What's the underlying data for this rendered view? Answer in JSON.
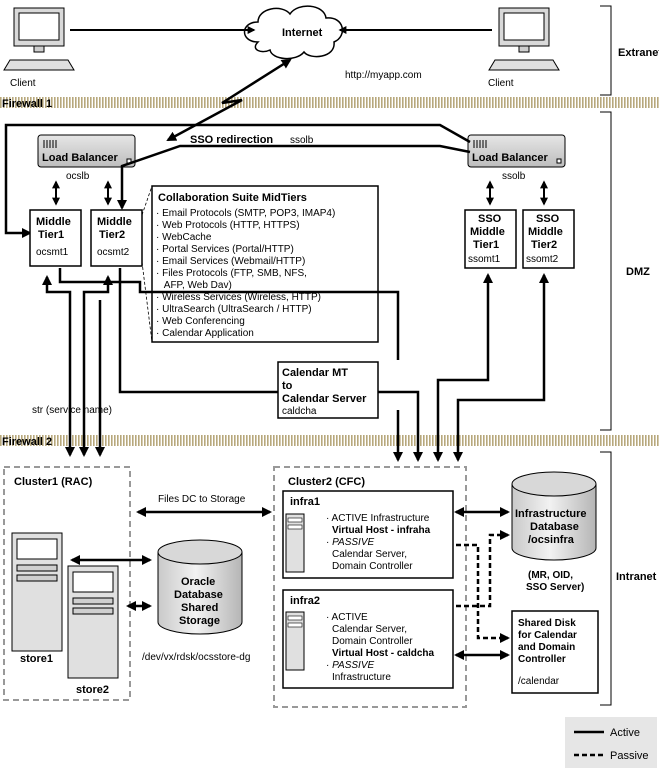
{
  "zones": {
    "extranet": "Extranet",
    "dmz": "DMZ",
    "intranet": "Intranet"
  },
  "firewalls": {
    "fw1": "Firewall 1",
    "fw2": "Firewall 2"
  },
  "internet": {
    "label": "Internet",
    "url": "http://myapp.com"
  },
  "clients": {
    "left": "Client",
    "right": "Client"
  },
  "load_balancers": {
    "left": {
      "label": "Load Balancer",
      "host": "ocslb"
    },
    "right": {
      "label": "Load Balancer",
      "host": "ssolb"
    }
  },
  "sso_redirection": {
    "label": "SSO redirection",
    "host": "ssolb"
  },
  "middle_tiers": {
    "mt1": {
      "line1": "Middle",
      "line2": "Tier1",
      "host": "ocsmt1"
    },
    "mt2": {
      "line1": "Middle",
      "line2": "Tier2",
      "host": "ocsmt2"
    },
    "sso1": {
      "line1": "SSO",
      "line2": "Middle",
      "line3": "Tier1",
      "host": "ssomt1"
    },
    "sso2": {
      "line1": "SSO",
      "line2": "Middle",
      "line3": "Tier2",
      "host": "ssomt2"
    }
  },
  "collab": {
    "title": "Collaboration Suite MidTiers",
    "items": [
      "· Email Protocols (SMTP, POP3, IMAP4)",
      "· Web Protocols (HTTP, HTTPS)",
      "· WebCache",
      "· Portal Services (Portal/HTTP)",
      "· Email Services (Webmail/HTTP)",
      "· Files Protocols (FTP, SMB, NFS,",
      "   AFP, Web Dav)",
      "· Wireless Services (Wireless, HTTP)",
      "· UltraSearch (UltraSearch / HTTP)",
      "· Web Conferencing",
      "· Calendar Application"
    ]
  },
  "calendar_mt": {
    "line1": "Calendar MT",
    "line2": "to",
    "line3": "Calendar Server",
    "host": "caldcha"
  },
  "str_label": "str (service name)",
  "files_dc": "Files DC to Storage",
  "cluster1": {
    "title": "Cluster1 (RAC)",
    "store1": "store1",
    "store2": "store2"
  },
  "oracle_storage": {
    "line1": "Oracle",
    "line2": "Database",
    "line3": "Shared",
    "line4": "Storage",
    "path": "/dev/vx/rdsk/ocsstore-dg"
  },
  "cluster2": {
    "title": "Cluster2 (CFC)",
    "infra1": {
      "name": "infra1",
      "l1": "· ACTIVE Infrastructure",
      "l2": "Virtual Host - infraha",
      "l3": "· PASSIVE",
      "l4": "Calendar Server,",
      "l5": "Domain Controller"
    },
    "infra2": {
      "name": "infra2",
      "l1": "· ACTIVE",
      "l2": "Calendar Server,",
      "l3": "Domain Controller",
      "l4": "Virtual Host - caldcha",
      "l5": "· PASSIVE",
      "l6": "Infrastructure"
    }
  },
  "infra_db": {
    "line1": "Infrastructure",
    "line2": "Database",
    "line3": "/ocsinfra",
    "services1": "(MR, OID,",
    "services2": "SSO Server)"
  },
  "shared_disk": {
    "line1": "Shared Disk",
    "line2": "for Calendar",
    "line3": "and Domain",
    "line4": "Controller",
    "path": "/calendar"
  },
  "legend": {
    "active": "Active",
    "passive": "Passive"
  }
}
